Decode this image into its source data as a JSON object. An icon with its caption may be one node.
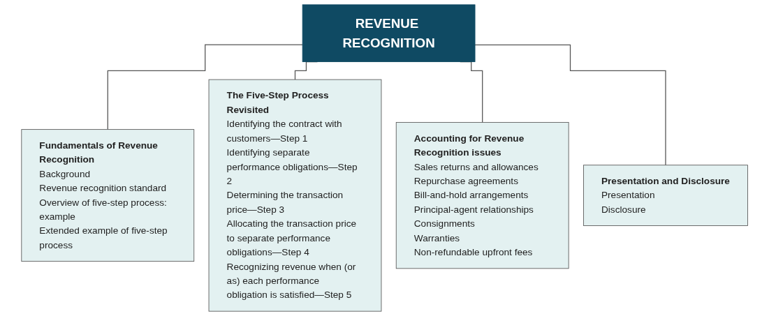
{
  "diagram": {
    "nodes": [
      {
        "text": [
          "REVENUE RECOGNITION"
        ]
      },
      {
        "text": [
          "Fundamentals of Revenue Recognition",
          "Background",
          "Revenue recognition standard",
          "Overview of five-step process: example",
          "Extended example of five-step process"
        ]
      },
      {
        "text": [
          "The Five-Step Process Revisited",
          "Identifying the contract with customers—Step 1",
          "Identifying separate performance obligations—Step 2",
          "Determining the transaction price—Step 3",
          "Allocating the transaction price to separate performance obligations—Step 4",
          "Recognizing revenue when (or as) each performance obligation is satisfied—Step 5"
        ]
      },
      {
        "text": [
          "Accounting for Revenue Recognition issues",
          "Sales returns and allowances",
          "Repurchase agreements",
          "Bill-and-hold arrangements",
          "Principal-agent relationships",
          "Consignments",
          "Warranties",
          "Non-refundable upfront fees"
        ]
      },
      {
        "text": [
          "Presentation and Disclosure",
          "Presentation",
          "Disclosure"
        ]
      }
    ],
    "edges": [
      {
        "from": 0,
        "to": 1,
        "arrow": "none"
      },
      {
        "from": 0,
        "to": 2,
        "arrow": "none"
      },
      {
        "from": 0,
        "to": 3,
        "arrow": "none"
      },
      {
        "from": 0,
        "to": 4,
        "arrow": "none"
      }
    ]
  }
}
